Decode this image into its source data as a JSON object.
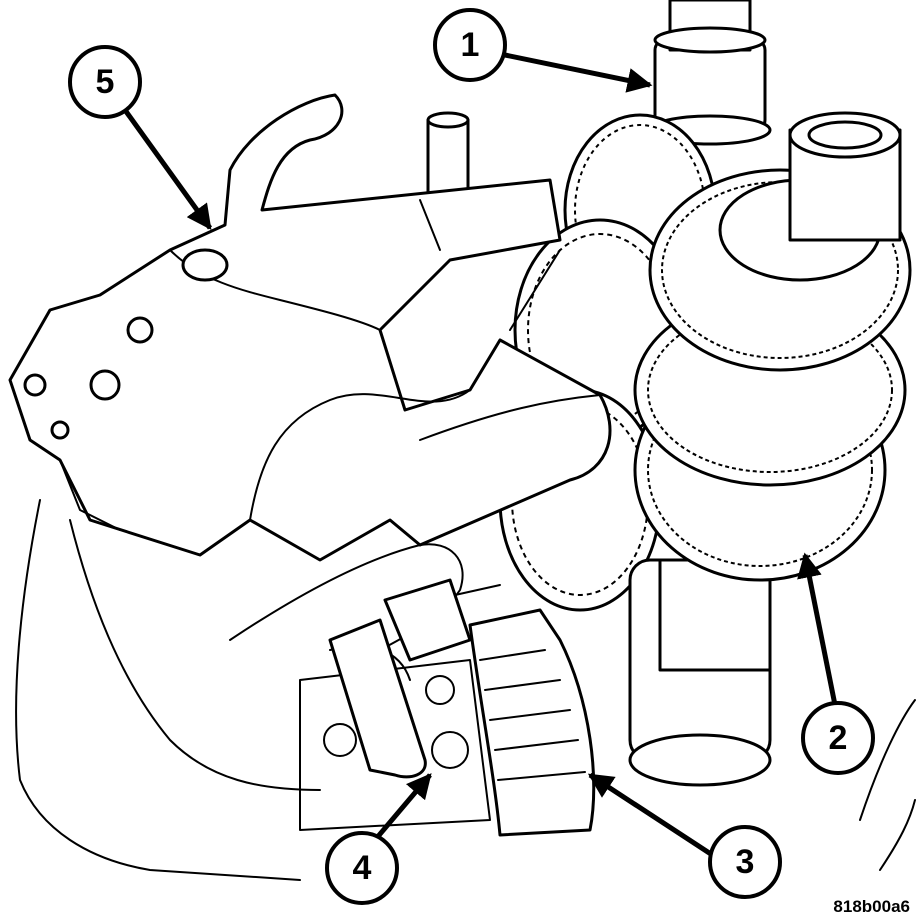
{
  "callouts": [
    {
      "id": "1",
      "label": "1"
    },
    {
      "id": "2",
      "label": "2"
    },
    {
      "id": "3",
      "label": "3"
    },
    {
      "id": "4",
      "label": "4"
    },
    {
      "id": "5",
      "label": "5"
    }
  ],
  "reference_code": "818b00a6",
  "colors": {
    "line": "#000000",
    "fill": "#ffffff"
  }
}
